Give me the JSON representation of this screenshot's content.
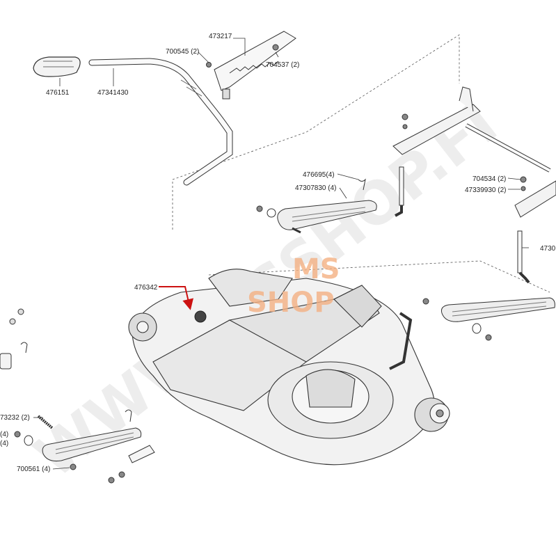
{
  "diagram": {
    "part_labels": {
      "p473217": "473217",
      "p700545": "700545 (2)",
      "p704537": "704537 (2)",
      "p476151": "476151",
      "p47341430": "47341430",
      "p476695": "476695(4)",
      "p47307830": "47307830 (4)",
      "p704534": "704534 (2)",
      "p47339930": "47339930 (2)",
      "p4730": "4730",
      "p476342": "476342",
      "p473232": "73232 (2)",
      "p700561": "700561 (4)",
      "p_left4a": "(4)",
      "p_left4b": "(4)"
    },
    "watermark": {
      "main_text": "WWW.MSSHOP.FI",
      "logo_ms": "MS",
      "logo_shop": "SHOP",
      "color": "#e0e0e0",
      "logo_color": "#f4b183"
    },
    "highlight_color": "#cc1111"
  }
}
